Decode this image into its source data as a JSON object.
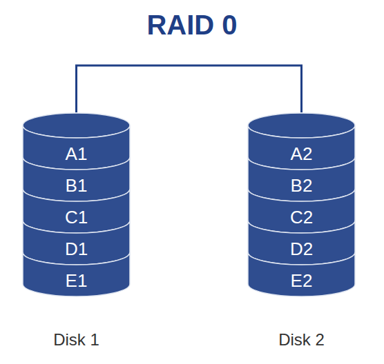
{
  "diagram": {
    "title": "RAID 0",
    "nodes": [
      {
        "text": [
          "Disk 1"
        ]
      },
      {
        "text": [
          "A1"
        ],
        "in": 0
      },
      {
        "text": [
          "B1"
        ],
        "in": 0
      },
      {
        "text": [
          "C1"
        ],
        "in": 0
      },
      {
        "text": [
          "D1"
        ],
        "in": 0
      },
      {
        "text": [
          "E1"
        ],
        "in": 0
      },
      {
        "text": [
          "Disk 2"
        ]
      },
      {
        "text": [
          "A2"
        ],
        "in": 6
      },
      {
        "text": [
          "B2"
        ],
        "in": 6
      },
      {
        "text": [
          "C2"
        ],
        "in": 6
      },
      {
        "text": [
          "D2"
        ],
        "in": 6
      },
      {
        "text": [
          "E2"
        ],
        "in": 6
      }
    ],
    "edges": [
      {
        "from": 0,
        "to": 6,
        "arrow": "none"
      }
    ]
  }
}
